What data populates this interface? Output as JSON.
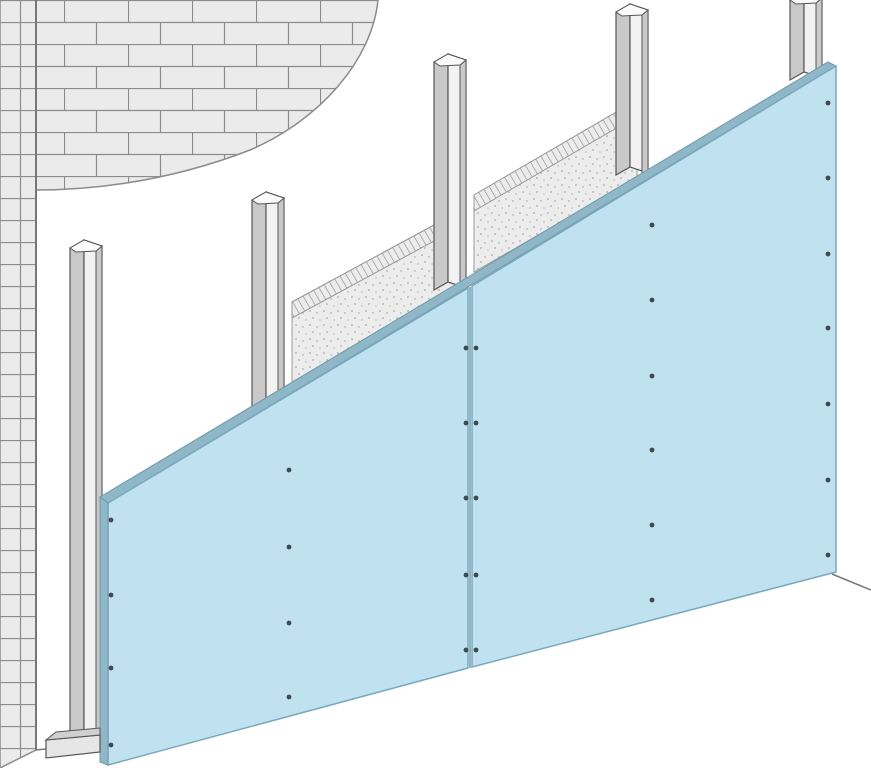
{
  "colors": {
    "background": "#ffffff",
    "brick_fill": "#ebebeb",
    "mortar": "#8c8c8c",
    "stud_face": "#f2f2f2",
    "stud_shade": "#c9c9c9",
    "stud_outline": "#555555",
    "insulation_fill": "#ececec",
    "insulation_edge": "#9a9a9a",
    "board_fill": "#bfe1f0",
    "board_edge": "#7aa9bd",
    "board_top_edge": "#8fb7c8",
    "screw": "#3c4a52",
    "floor_line": "#777777"
  },
  "elements": {
    "brick_wall": "brick-wall",
    "steel_studs": "steel-stud-profiles",
    "insulation": "mineral-wool-insulation",
    "plasterboard_left": "plasterboard-panel",
    "plasterboard_right": "plasterboard-panel",
    "screws": "screw-fixings",
    "floor_track": "floor-track"
  }
}
